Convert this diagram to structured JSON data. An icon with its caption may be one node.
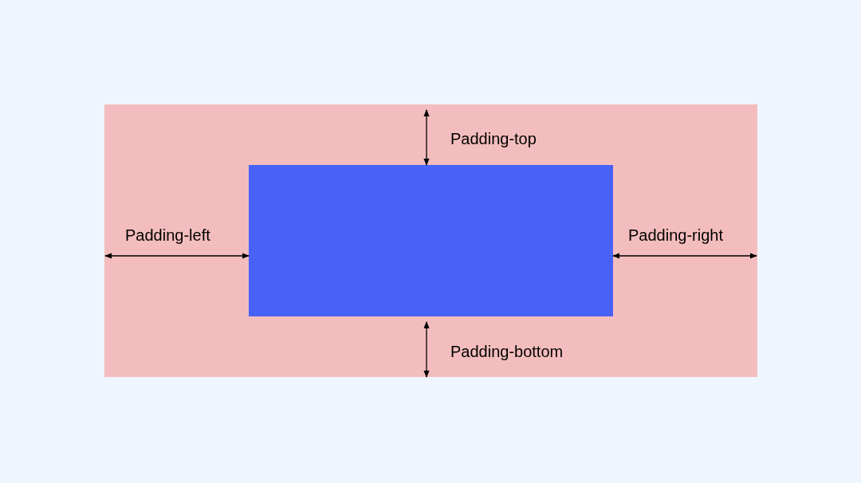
{
  "diagram": {
    "labels": [
      "Padding-top",
      "Padding-left",
      "Padding-right",
      "Padding-bottom"
    ]
  }
}
